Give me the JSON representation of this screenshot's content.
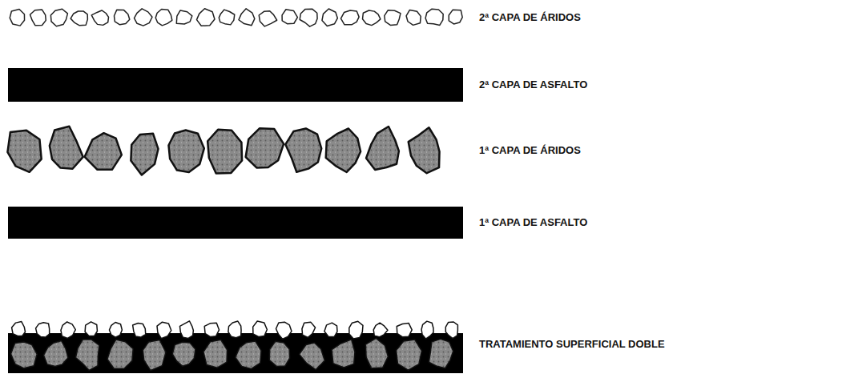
{
  "diagram": {
    "labels": [
      "2ª CAPA DE ÁRIDOS",
      "2ª CAPA DE ASFALTO",
      "1ª CAPA DE ÁRIDOS",
      "1ª CAPA DE ASFALTO",
      "TRATAMIENTO SUPERFICIAL DOBLE"
    ]
  }
}
